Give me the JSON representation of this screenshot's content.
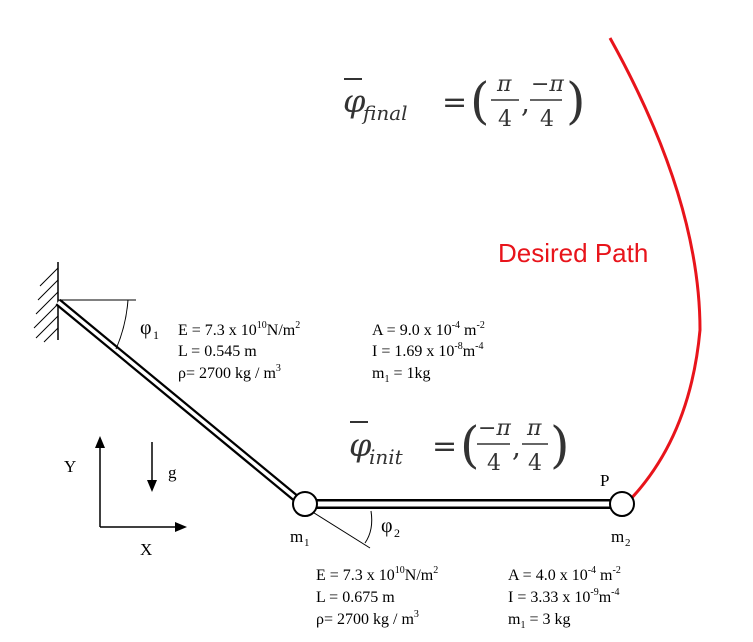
{
  "colors": {
    "path": "#e8141b",
    "ink": "#000000",
    "math": "#333333"
  },
  "path_label": "Desired Path",
  "phi_final": {
    "lhs": "φ",
    "sub": "final",
    "n1": "π",
    "d1": "4",
    "n2": "−π",
    "d2": "4"
  },
  "phi_init": {
    "lhs": "φ",
    "sub": "init",
    "n1": "−π",
    "d1": "4",
    "n2": "π",
    "d2": "4"
  },
  "link1": {
    "angle_label": "φ",
    "angle_sub": "1",
    "props": [
      [
        "E = 7.3 x 10",
        "10",
        "N/m",
        "2"
      ],
      [
        "L = 0.545 m"
      ],
      [
        "ρ= 2700 kg / m",
        "3"
      ]
    ],
    "props2": [
      [
        "A = 9.0 x 10",
        "-4",
        " m",
        "-2"
      ],
      [
        "I = 1.69 x 10",
        "-8",
        "m",
        "-4"
      ],
      [
        "m",
        "1",
        " = 1kg"
      ]
    ]
  },
  "link2": {
    "angle_label": "φ",
    "angle_sub": "2",
    "props": [
      [
        "E = 7.3 x 10",
        "10",
        "N/m",
        "2"
      ],
      [
        "L = 0.675 m"
      ],
      [
        "ρ= 2700 kg / m",
        "3"
      ]
    ],
    "props2": [
      [
        "A = 4.0 x 10",
        "-4",
        " m",
        "-2"
      ],
      [
        "I = 3.33 x 10",
        "-9",
        "m",
        "-4"
      ],
      [
        "m",
        "1",
        " = 3 kg"
      ]
    ]
  },
  "masses": {
    "m1": "m",
    "m1_sub": "1",
    "m2": "m",
    "m2_sub": "2",
    "point": "P"
  },
  "axes": {
    "y": "Y",
    "x": "X",
    "g": "g"
  }
}
